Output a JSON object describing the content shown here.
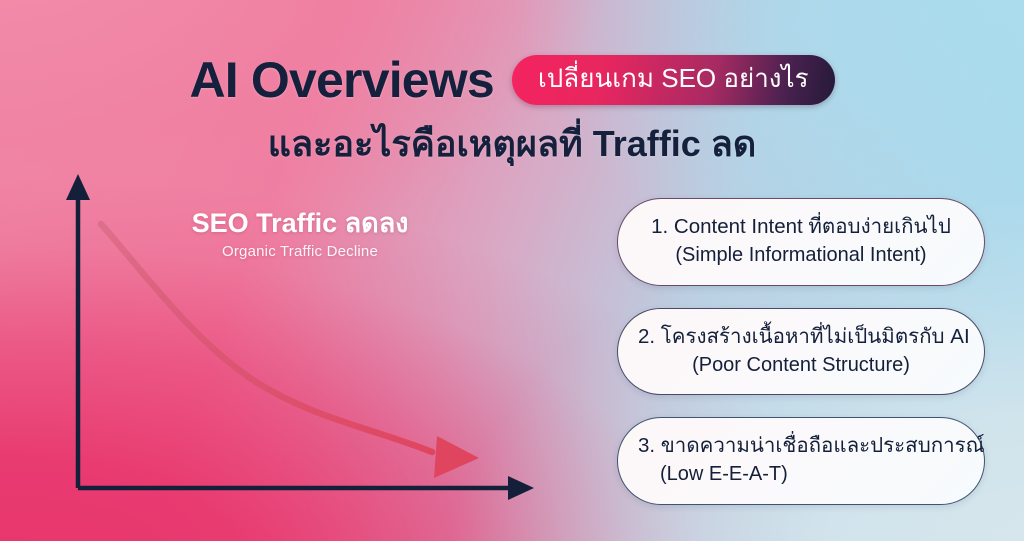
{
  "header": {
    "main_title": "AI Overviews",
    "badge_label": "เปลี่ยนเกม SEO อย่างไร",
    "subtitle": "และอะไรคือเหตุผลที่ Traffic ลด"
  },
  "chart_label": {
    "title": "SEO Traffic ลดลง",
    "subtitle": "Organic Traffic Decline"
  },
  "cards": [
    {
      "thai": "1. Content Intent ที่ตอบง่ายเกินไป",
      "english": "(Simple Informational Intent)"
    },
    {
      "thai": "2. โครงสร้างเนื้อหาที่ไม่เป็นมิตรกับ AI",
      "english": "(Poor Content Structure)"
    },
    {
      "thai": "3. ขาดความน่าเชื่อถือและประสบการณ์",
      "english": "(Low E-E-A-T)"
    }
  ],
  "chart_data": {
    "type": "line",
    "title": "SEO Traffic ลดลง",
    "subtitle": "Organic Traffic Decline",
    "xlabel": "",
    "ylabel": "",
    "grid": false,
    "legend": false,
    "axis_color": "#141f3a",
    "line_color": "#d9455f",
    "series": [
      {
        "name": "Organic Traffic",
        "x": [
          0,
          10,
          20,
          30,
          40,
          50,
          60,
          70,
          80,
          90,
          100
        ],
        "values": [
          100,
          80,
          66,
          56,
          48,
          42,
          36,
          30,
          24,
          15,
          5
        ]
      }
    ],
    "xlim": [
      0,
      100
    ],
    "ylim": [
      0,
      100
    ],
    "annotations": [
      "downward arrow at end of curve"
    ]
  },
  "colors": {
    "title_navy": "#15203c",
    "badge_start": "#f4245f",
    "badge_end": "#241a38",
    "bg_top_left": "#ef8aa8",
    "bg_top_right": "#a9dcee",
    "bg_bottom_left": "#e8356c",
    "bg_bottom_right": "#d8e6ec",
    "curve_red": "#d9455f",
    "card_fill": "#fbf9fa"
  }
}
